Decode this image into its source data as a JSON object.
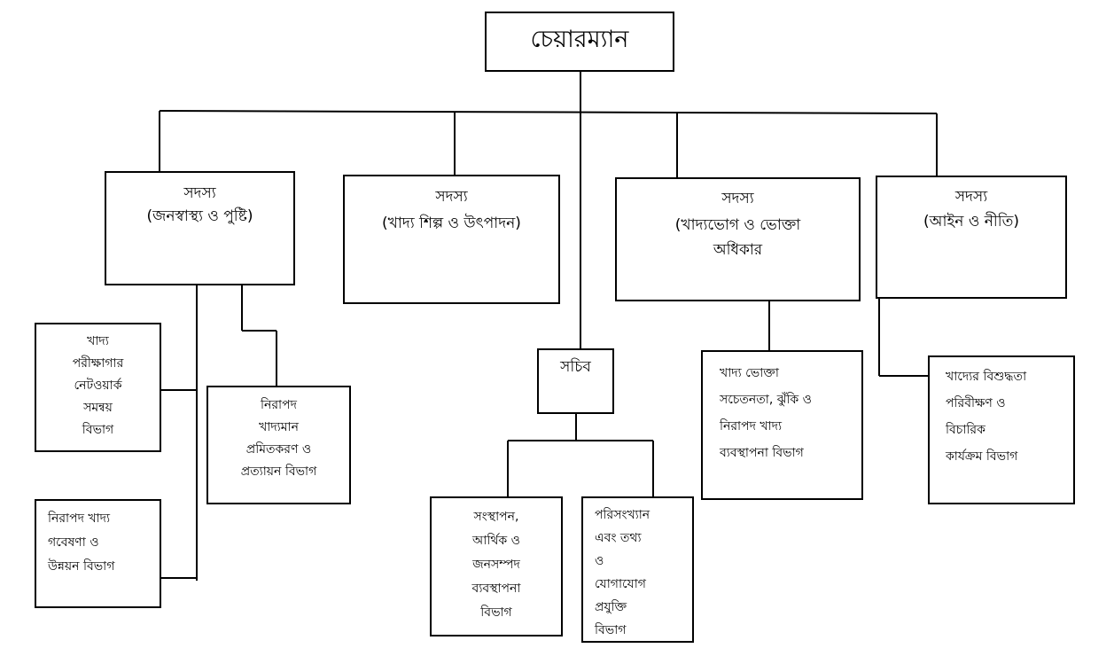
{
  "chairman": "চেয়ারম্যান",
  "members": [
    {
      "title": "সদস্য",
      "subtitle": "(জনস্বাস্থ্য ও পুষ্টি)"
    },
    {
      "title": "সদস্য",
      "subtitle": "(খাদ্য শিল্প ও উৎপাদন)"
    },
    {
      "title": "সদস্য",
      "subtitle": "(খাদ্যভোগ ও ভোক্তা\nঅধিকার"
    },
    {
      "title": "সদস্য",
      "subtitle": "(আইন ও নীতি)"
    }
  ],
  "secretary": "সচিব",
  "departments": {
    "lab_network": "খাদ্য\nপরীক্ষাগার\nনেটওয়ার্ক\nসমন্বয়\nবিভাগ",
    "research": "নিরাপদ খাদ্য\nগবেষণা ও\nউন্নয়ন বিভাগ",
    "certification": "নিরাপদ\nখাদ্যমান\nপ্রমিতকরণ ও\nপ্রত্যায়ন বিভাগ",
    "establishment": "সংস্থাপন,\nআর্থিক ও\nজনসম্পদ\nব্যবস্থাপনা\nবিভাগ",
    "statistics": "পরিসংখ্যান\nএবং তথ্য\nও\nযোগাযোগ\nপ্রযুক্তি\nবিভাগ",
    "consumer_awareness": "খাদ্য ভোক্তা\nসচেতনতা, ঝুঁকি ও\nনিরাপদ খাদ্য\nব্যবস্থাপনা বিভাগ",
    "purity_monitoring": "খাদ্যের বিশুদ্ধতা\nপরিবীক্ষণ ও\nবিচারিক\nকার্যক্রম বিভাগ"
  }
}
